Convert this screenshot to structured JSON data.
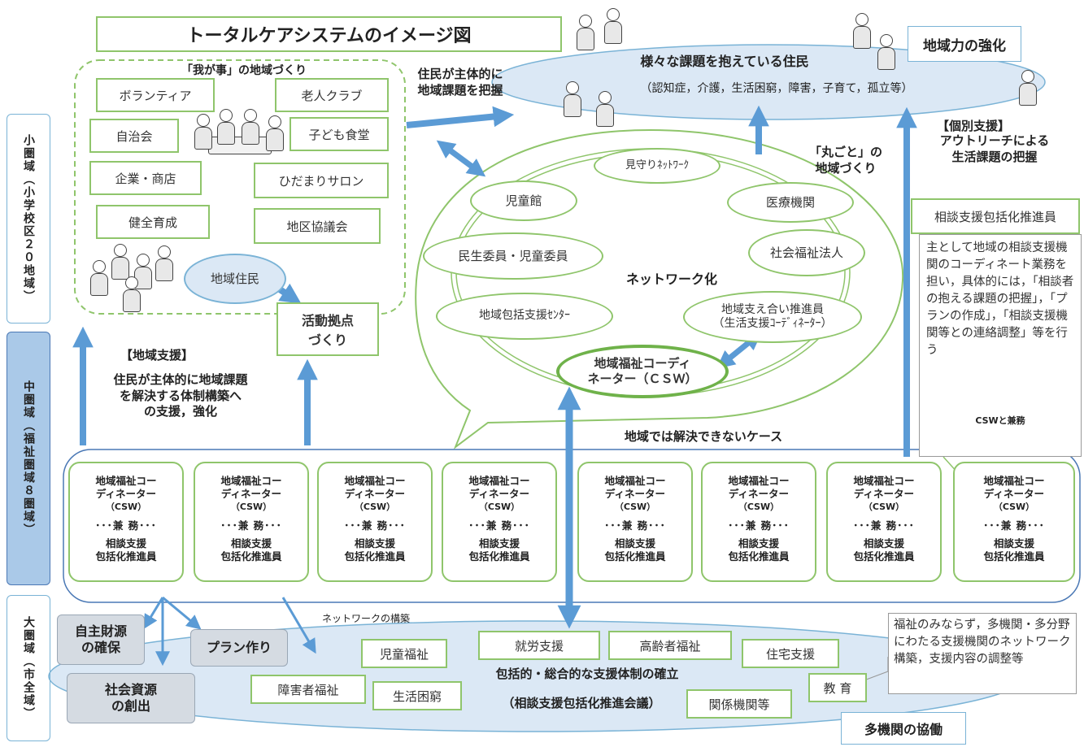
{
  "title": "トータルケアシステムのイメージ図",
  "corner_label": "地域力の強化",
  "sidebar": {
    "small": "小圏域（小学校区２０地域）",
    "middle": "中圏域（福祉圏域８圏域）",
    "large": "大圏域（市全域）"
  },
  "community": {
    "title": "「我が事」の地域づくり",
    "items": [
      "ボランティア",
      "老人クラブ",
      "自治会",
      "子ども食堂",
      "企業・商店",
      "ひだまりサロン",
      "健全育成",
      "地区協議会"
    ],
    "residents": "地域住民",
    "hub": "活動拠点\nづくり"
  },
  "residents_cloud": {
    "title": "様々な課題を抱えている住民",
    "detail": "（認知症，介護，生活困窮，障害，子育て，孤立等）"
  },
  "labels": {
    "grasp": "住民が主体的に\n地域課題を把握",
    "region_support_head": "【地域支援】",
    "region_support_body": "住民が主体的に地域課題\nを解決する体制構築へ\nの支援，強化",
    "marugoto": "「丸ごと」の\n地域づくり",
    "individual_head": "【個別支援】",
    "individual_body": "アウトリーチによる\n生活課題の把握",
    "unsolvable": "地域では解決できないケース",
    "network_build": "ネットワークの構築"
  },
  "network": {
    "center": "ネットワーク化",
    "nodes": [
      "見守りﾈｯﾄﾜｰｸ",
      "児童館",
      "医療機関",
      "民生委員・児童委員",
      "社会福祉法人",
      "地域包括支援ｾﾝﾀｰ",
      "地域支え合い推進員\n（生活支援ｺｰﾃﾞｨﾈｰﾀｰ）"
    ],
    "csw": "地域福祉コーディ\nネーター（ＣＳＷ）"
  },
  "promoter": {
    "title": "相談支援包括化推進員",
    "body": "主として地域の相談支援機関のコーディネート業務を担い，具体的には，「相談者の抱える課題の把握」，「プランの作成」，「相談支援機関等との連絡調整」等を行う",
    "note": "CSWと兼務"
  },
  "csw_card": {
    "line1": "地域福祉コー",
    "line2": "ディネーター",
    "line3": "（CSW）",
    "kenmu": "･･･兼 務･･･",
    "line4": "相談支援",
    "line5": "包括化推進員"
  },
  "large_area": {
    "own_funds": "自主財源\nの確保",
    "plan": "プラン作り",
    "resources": "社会資源\nの創出",
    "boxes": [
      "児童福祉",
      "就労支援",
      "高齢者福祉",
      "住宅支援",
      "障害者福祉",
      "生活困窮",
      "関係機関等",
      "教 育"
    ],
    "establish": "包括的・総合的な支援体制の確立",
    "council": "（相談支援包括化推進会議）",
    "multi_note": "福祉のみならず，多機関・多分野にわたる支援機関のネットワーク構築，支援内容の調整等",
    "cooperation": "多機関の協働"
  },
  "colors": {
    "accent_blue": "#5b9bd5",
    "green_border": "#8fc56b",
    "sidebar_mid": "#aac9e8"
  }
}
